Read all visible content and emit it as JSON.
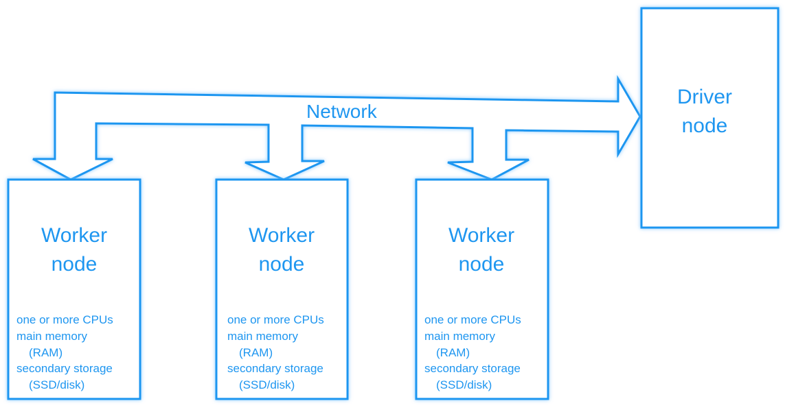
{
  "network": {
    "label": "Network"
  },
  "driver": {
    "title_line1": "Driver",
    "title_line2": "node"
  },
  "workers": [
    {
      "title_line1": "Worker",
      "title_line2": "node",
      "specs": [
        "one or more CPUs",
        "main memory",
        "(RAM)",
        "secondary storage",
        "(SSD/disk)"
      ]
    },
    {
      "title_line1": "Worker",
      "title_line2": "node",
      "specs": [
        "one or more CPUs",
        "main memory",
        "(RAM)",
        "secondary storage",
        "(SSD/disk)"
      ]
    },
    {
      "title_line1": "Worker",
      "title_line2": "node",
      "specs": [
        "one or more CPUs",
        "main memory",
        "(RAM)",
        "secondary storage",
        "(SSD/disk)"
      ]
    }
  ],
  "colors": {
    "accent": "#1e96f0",
    "background": "#ffffff"
  }
}
